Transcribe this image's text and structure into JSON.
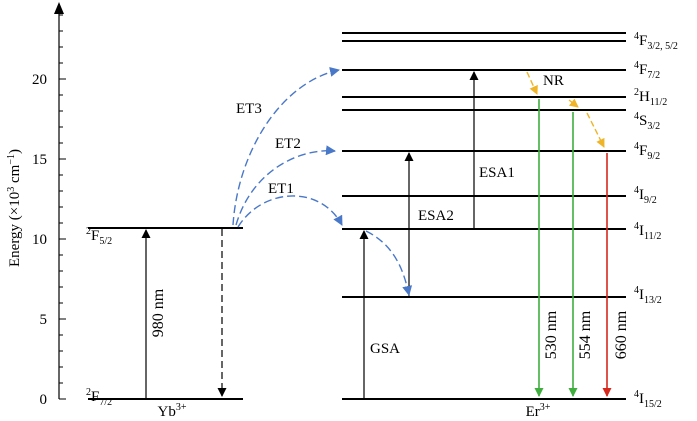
{
  "axis": {
    "ylabel": "Energy (×10³ cm⁻¹)",
    "ylabel_main": "Energy (×10",
    "ylabel_exp": "3",
    "ylabel_unit": " cm",
    "ylabel_unit_exp": "−1",
    "ylabel_close": ")",
    "ticks": [
      0,
      5,
      10,
      15,
      20
    ],
    "tick_labels": [
      "0",
      "5",
      "10",
      "15",
      "20"
    ],
    "range": [
      0,
      24
    ]
  },
  "ions": {
    "yb": {
      "base": "Yb",
      "sup": "3+"
    },
    "er": {
      "base": "Er",
      "sup": "3+"
    }
  },
  "yb_levels": [
    {
      "id": "2F5/2",
      "sup": "2",
      "base": "F",
      "sub": "5/2",
      "energy": 10.7
    },
    {
      "id": "2F7/2",
      "sup": "2",
      "base": "F",
      "sub": "7/2",
      "energy": 0
    }
  ],
  "er_levels": [
    {
      "id": "4F3/2,5/2",
      "sup": "4",
      "base": "F",
      "sub": "3/2, 5/2",
      "energy": 22.5,
      "second_line_energy": 22.1
    },
    {
      "id": "4F7/2",
      "sup": "4",
      "base": "F",
      "sub": "7/2",
      "energy": 20.6
    },
    {
      "id": "2H11/2",
      "sup": "2",
      "base": "H",
      "sub": "11/2",
      "energy": 18.9
    },
    {
      "id": "4S3/2",
      "sup": "4",
      "base": "S",
      "sub": "3/2",
      "energy": 18.2
    },
    {
      "id": "4F9/2",
      "sup": "4",
      "base": "F",
      "sub": "9/2",
      "energy": 15.4
    },
    {
      "id": "4I9/2",
      "sup": "4",
      "base": "I",
      "sub": "9/2",
      "energy": 12.7
    },
    {
      "id": "4I11/2",
      "sup": "4",
      "base": "I",
      "sub": "11/2",
      "energy": 10.6
    },
    {
      "id": "4I13/2",
      "sup": "4",
      "base": "I",
      "sub": "13/2",
      "energy": 6.4
    },
    {
      "id": "4I15/2",
      "sup": "4",
      "base": "I",
      "sub": "15/2",
      "energy": 0
    }
  ],
  "transitions": {
    "excitation": {
      "label": "980 nm",
      "color": "#d7281e"
    },
    "gsa": {
      "label": "GSA"
    },
    "esa1": {
      "label": "ESA1"
    },
    "esa2": {
      "label": "ESA2"
    },
    "et1": {
      "label": "ET1",
      "color": "#4a78c8"
    },
    "et2": {
      "label": "ET2",
      "color": "#4a78c8"
    },
    "et3": {
      "label": "ET3",
      "color": "#4a78c8"
    },
    "nr": {
      "label": "NR",
      "color": "#f0b428"
    },
    "em530": {
      "label": "530 nm",
      "color": "#3fae3f"
    },
    "em554": {
      "label": "554 nm",
      "color": "#3fae3f"
    },
    "em660": {
      "label": "660 nm",
      "color": "#d7281e"
    }
  }
}
